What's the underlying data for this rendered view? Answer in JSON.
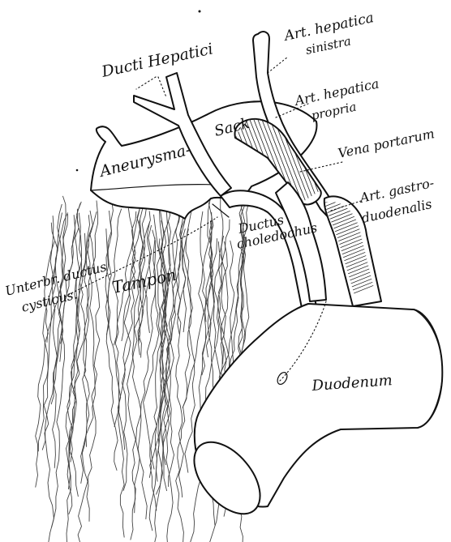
{
  "labels": {
    "ducti_hepatici": "Ducti Hepatici",
    "art_hepatica_sinistra_1": "Art. hepatica",
    "art_hepatica_sinistra_2": "sinistra",
    "art_hepatica_propria_1": "Art. hepatica",
    "art_hepatica_propria_2": "propria",
    "vena_portarum": "Vena portarum",
    "art_gastroduodenalis_1": "Art. gastro-",
    "art_gastroduodenalis_2": "duodenalis",
    "aneurysma": "Aneurysma-",
    "sack": "Sack",
    "ductus_choledochus_1": "Ductus",
    "ductus_choledochus_2": "choledochus",
    "unterbr_ductus_1": "Unterbr. ductus",
    "unterbr_ductus_2": "cysticus.",
    "tampon": "Tampon",
    "duodenum": "Duodenum"
  }
}
